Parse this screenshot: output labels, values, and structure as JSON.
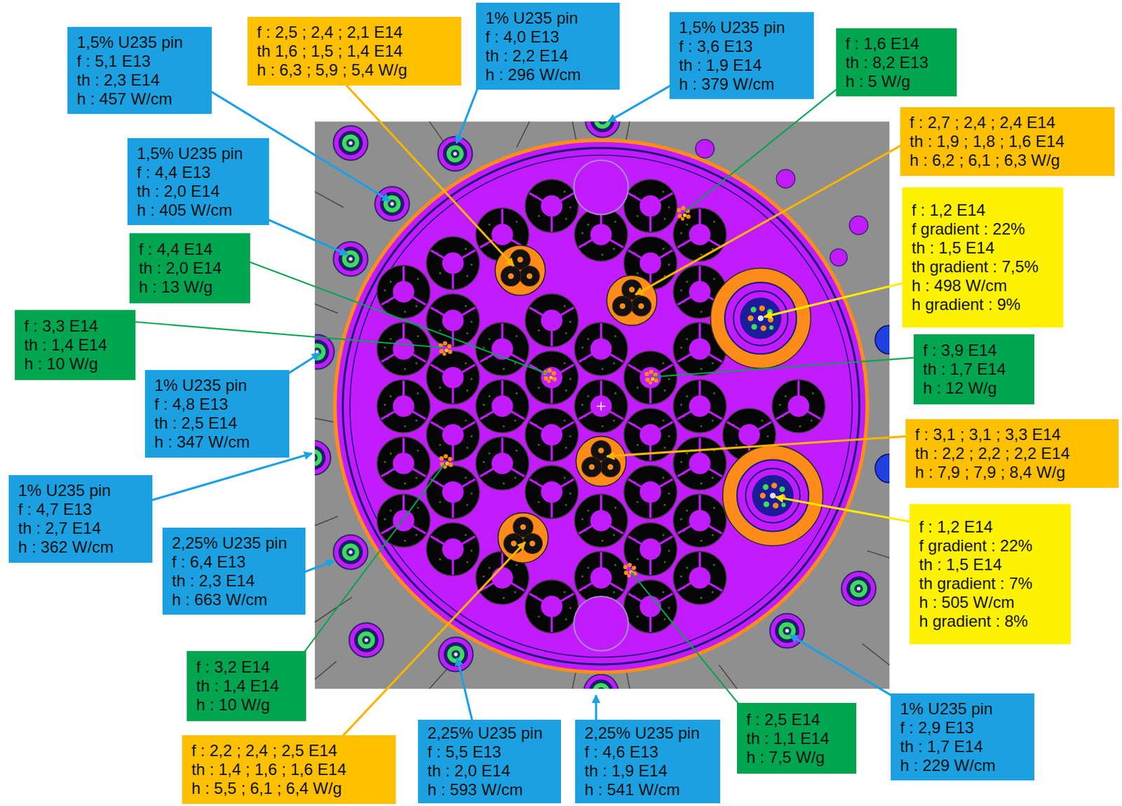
{
  "diagram": {
    "nodes": [
      {
        "text": [
          "1% U235 pin",
          "f : 4,0 E13",
          "th : 2,2 E14",
          "h : 296 W/cm"
        ]
      },
      {
        "text": [
          "1,5% U235 pin",
          "f : 3,6 E13",
          "th : 1,9 E14",
          "h : 379 W/cm"
        ]
      },
      {
        "text": [
          "f : 2,5 ; 2,4 ; 2,1 E14",
          "th 1,6 ; 1,5 ; 1,4 E14",
          "h : 6,3 ; 5,9 ; 5,4 W/g"
        ]
      },
      {
        "text": [
          "1,5% U235 pin",
          "f : 5,1 E13",
          "th : 2,3 E14",
          "h : 457 W/cm"
        ]
      },
      {
        "text": [
          "f : 1,6 E14",
          "th : 8,2 E13",
          "h : 5 W/g"
        ]
      },
      {
        "text": [
          "f : 2,7 ; 2,4 ; 2,4 E14",
          "th : 1,9 ; 1,8 ; 1,6 E14",
          "h : 6,2 ; 6,1 ; 6,3 W/g"
        ]
      },
      {
        "text": [
          "1,5% U235 pin",
          "f : 4,4 E13",
          "th : 2,0 E14",
          "h : 405 W/cm"
        ]
      },
      {
        "text": [
          "f : 1,2 E14",
          "f gradient : 22%",
          "th : 1,5 E14",
          "th gradient : 7,5%",
          "h : 498 W/cm",
          "h gradient : 9%"
        ]
      },
      {
        "text": [
          "f : 4,4 E14",
          "th : 2,0 E14",
          "h : 13 W/g"
        ]
      },
      {
        "text": [
          "f : 3,3 E14",
          "th : 1,4 E14",
          "h : 10 W/g"
        ]
      },
      {
        "text": [
          "f : 3,9 E14",
          "th : 1,7 E14",
          "h : 12 W/g"
        ]
      },
      {
        "text": [
          "1% U235 pin",
          "f : 4,8 E13",
          "th : 2,5 E14",
          "h : 347 W/cm"
        ]
      },
      {
        "text": [
          "f : 3,1 ; 3,1 ; 3,3 E14",
          "th : 2,2 ; 2,2 ; 2,2 E14",
          "h : 7,9 ; 7,9 ; 8,4 W/g"
        ]
      },
      {
        "text": [
          "1% U235 pin",
          "f : 4,7 E13",
          "th : 2,7 E14",
          "h : 362 W/cm"
        ]
      },
      {
        "text": [
          "f : 1,2 E14",
          "f gradient : 22%",
          "th : 1,5 E14",
          "th gradient : 7%",
          "h : 505 W/cm",
          "h gradient : 8%"
        ]
      },
      {
        "text": [
          "2,25% U235 pin",
          "f : 6,4 E13",
          "th : 2,3 E14",
          "h : 663 W/cm"
        ]
      },
      {
        "text": [
          "f : 3,2 E14",
          "th : 1,4 E14",
          "h : 10 W/g"
        ]
      },
      {
        "text": [
          "1% U235 pin",
          "f : 2,9 E13",
          "th : 1,7 E14",
          "h : 229 W/cm"
        ]
      },
      {
        "text": [
          "f : 2,5 E14",
          "th : 1,1 E14",
          "h : 7,5 W/g"
        ]
      },
      {
        "text": [
          "2,25% U235 pin",
          "f : 5,5 E13",
          "th : 2,0 E14",
          "h : 593 W/cm"
        ]
      },
      {
        "text": [
          "2,25% U235 pin",
          "f : 4,6 E13",
          "th : 1,9 E14",
          "h : 541 W/cm"
        ]
      },
      {
        "text": [
          "f : 2,2 ; 2,4 ; 2,5 E14",
          "th : 1,4 ; 1,6 ; 1,6 E14",
          "h : 5,5 ; 6,1 ; 6,4 W/g"
        ]
      }
    ]
  }
}
